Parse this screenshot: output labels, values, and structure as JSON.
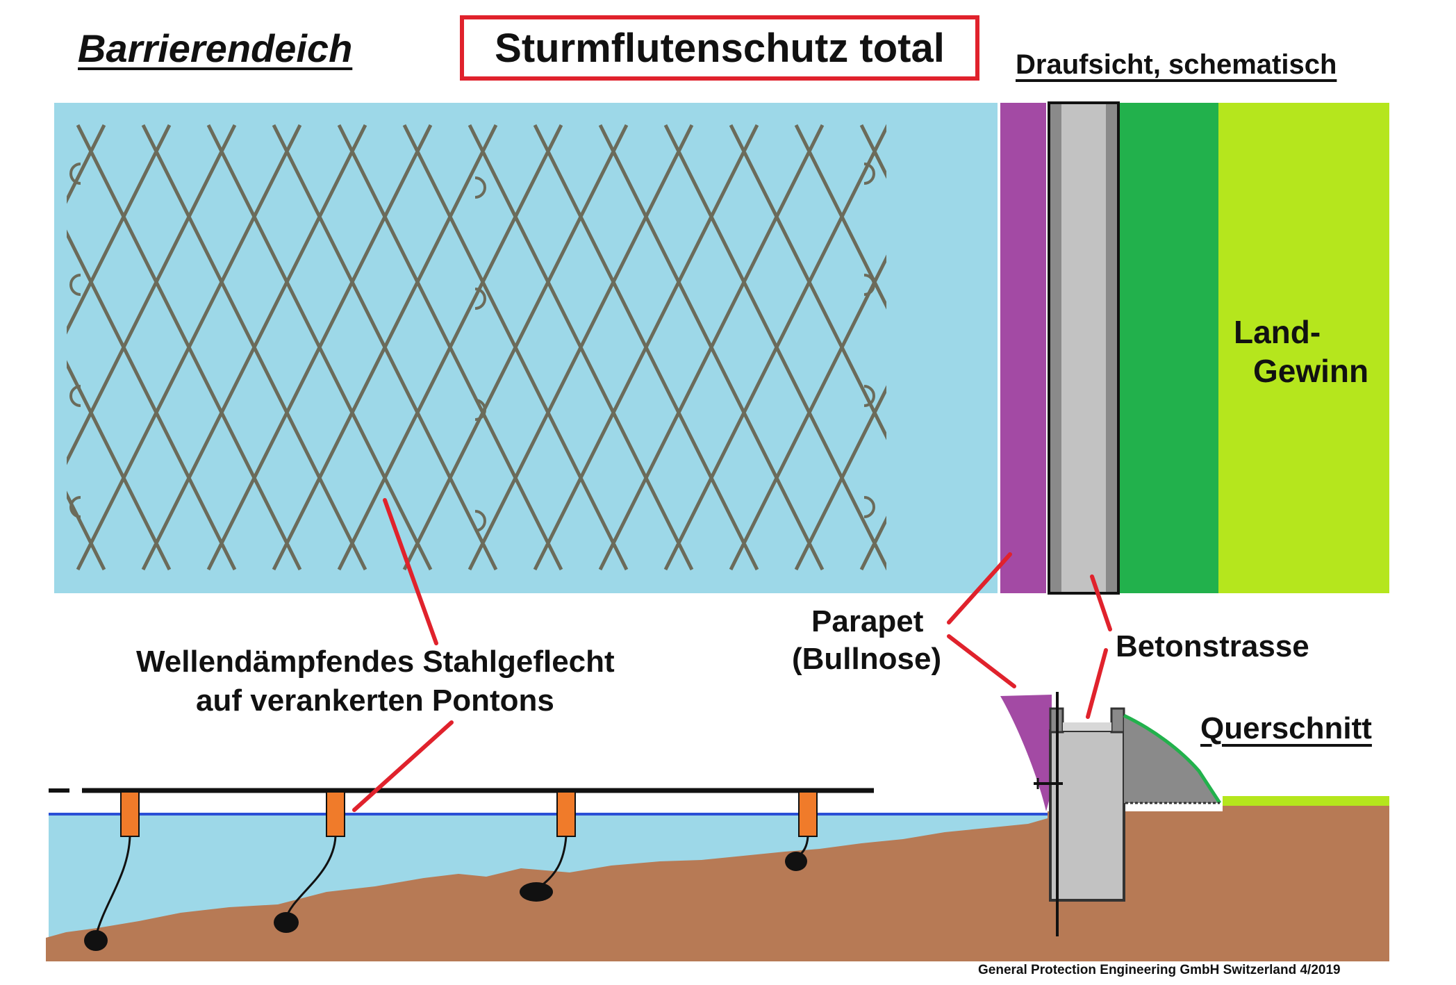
{
  "labels": {
    "left_heading": "Barrierendeich",
    "title": "Sturmflutenschutz total",
    "top_view_heading": "Draufsicht, schematisch",
    "land_gain_line1": "Land-",
    "land_gain_line2": "Gewinn",
    "parapet_line1": "Parapet",
    "parapet_line2": "(Bullnose)",
    "road": "Betonstrasse",
    "mesh_line1": "Wellendämpfendes Stahlgeflecht",
    "mesh_line2": "auf verankerten Pontons",
    "cross_section_heading": "Querschnitt",
    "credit": "General Protection Engineering GmbH Switzerland 4/2019"
  },
  "colors": {
    "water": "#9dd8e8",
    "water_line": "#2a4fd6",
    "seabed": "#b77a55",
    "parapet": "#a34aa4",
    "concrete": "#bdbdbd",
    "concrete_dark": "#8a8a8a",
    "dike_green": "#22b14c",
    "land_green": "#b5e61d",
    "pontoon": "#f07b2a",
    "leader_line": "#e0222c",
    "mesh": "#6b6b5a",
    "anchor": "#111111"
  },
  "icons": {
    "mesh": "diamond-steel-mesh",
    "anchor": "anchor-weight",
    "pontoon": "pontoon-block"
  }
}
